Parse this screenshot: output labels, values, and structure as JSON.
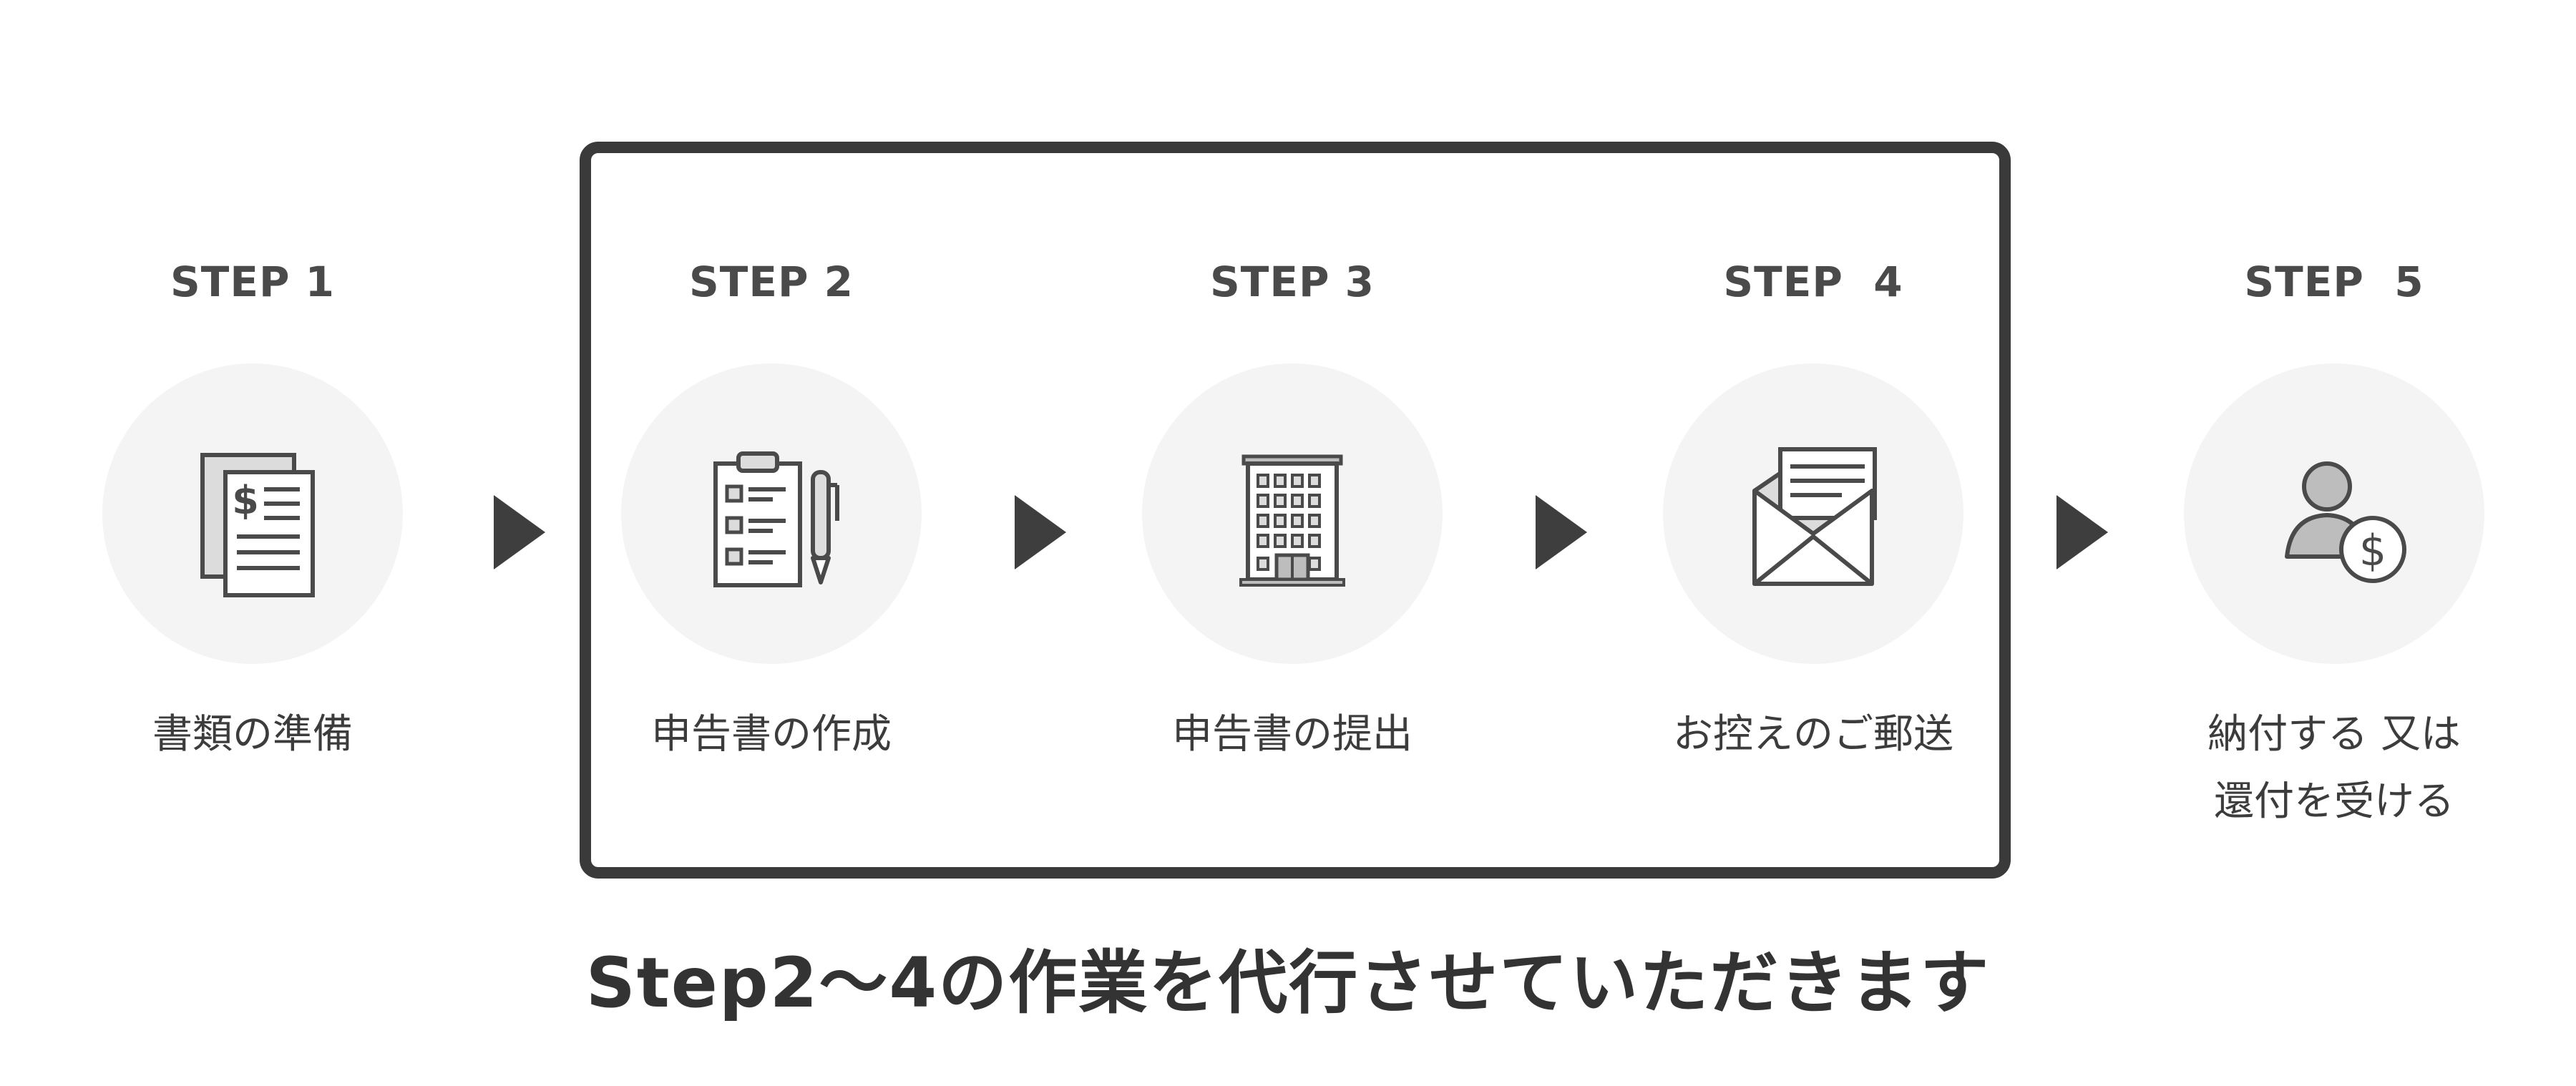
{
  "steps": [
    {
      "label": "STEP 1",
      "caption": "書類の準備",
      "icon": "documents-dollar-icon"
    },
    {
      "label": "STEP 2",
      "caption": "申告書の作成",
      "icon": "clipboard-pen-icon"
    },
    {
      "label": "STEP 3",
      "caption": "申告書の提出",
      "icon": "office-building-icon"
    },
    {
      "label": "STEP  4",
      "caption": "お控えのご郵送",
      "icon": "envelope-letter-icon"
    },
    {
      "label": "STEP  5",
      "caption": "納付する 又は\n還付を受ける",
      "icon": "person-coin-icon"
    }
  ],
  "footer": {
    "note": "Step2～4の作業を代行させていただきます"
  },
  "colors": {
    "frame": "#3a3a3a",
    "circle": "#f4f4f4",
    "arrow": "#3e3e3e",
    "text": "#3c3c3c",
    "icon_fill": "#dcdcdc"
  }
}
